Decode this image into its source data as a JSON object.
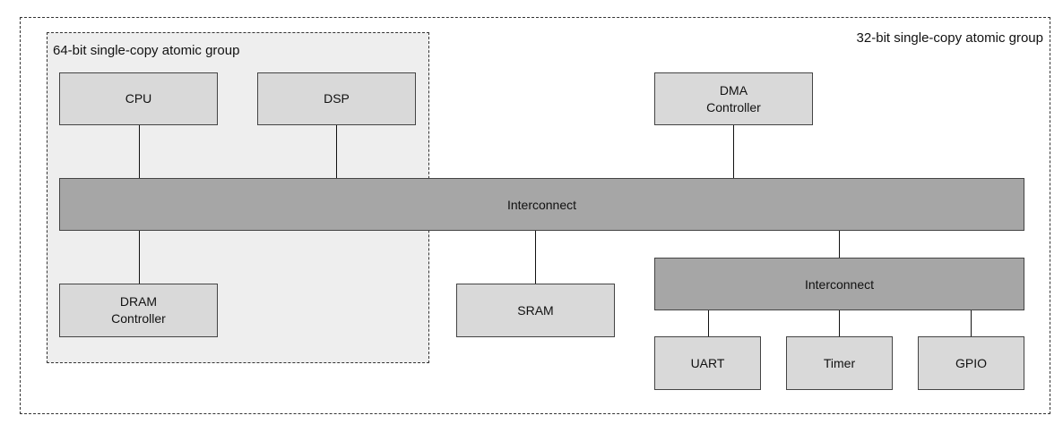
{
  "groups": {
    "outer_label": "32-bit single-copy atomic group",
    "inner_label": "64-bit single-copy atomic group"
  },
  "blocks": {
    "cpu": "CPU",
    "dsp": "DSP",
    "dma": "DMA\nController",
    "dram": "DRAM\nController",
    "sram": "SRAM",
    "uart": "UART",
    "timer": "Timer",
    "gpio": "GPIO"
  },
  "interconnects": {
    "main": "Interconnect",
    "secondary": "Interconnect"
  },
  "colors": {
    "block_fill": "#d9d9d9",
    "interconnect_fill": "#a6a6a6",
    "inner_group_fill": "#eeeeee",
    "border": "#444444"
  }
}
